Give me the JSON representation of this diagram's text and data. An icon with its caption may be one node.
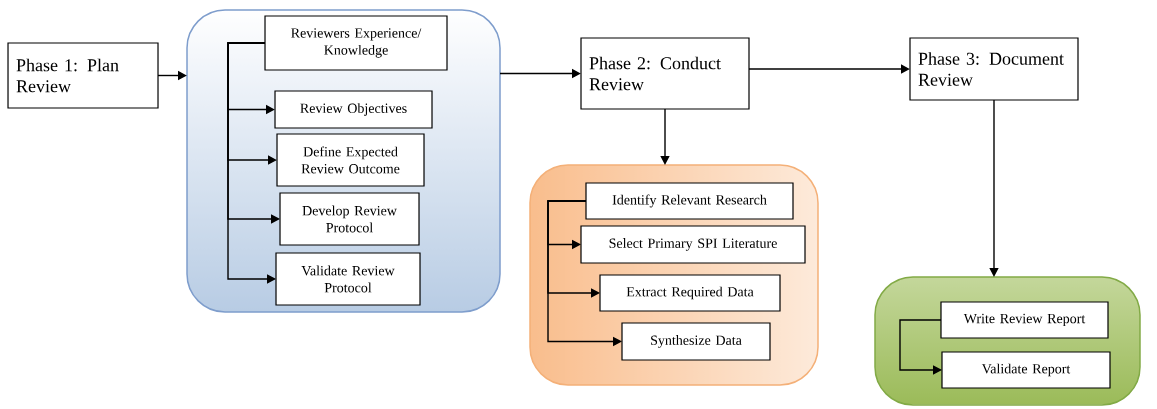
{
  "diagram": {
    "nodes": [
      {
        "text": [
          "Phase 1: Plan Review"
        ]
      },
      {
        "text": [],
        "shape": "box"
      },
      {
        "text": [
          "Reviewers Experience/ Knowledge"
        ],
        "in": 1
      },
      {
        "text": [
          "Review Objectives"
        ],
        "in": 1
      },
      {
        "text": [
          "Define Expected Review Outcome"
        ],
        "in": 1
      },
      {
        "text": [
          "Develop Review Protocol"
        ],
        "in": 1
      },
      {
        "text": [
          "Validate Review Protocol"
        ],
        "in": 1
      },
      {
        "text": [
          "Phase 2: Conduct Review"
        ]
      },
      {
        "text": [],
        "shape": "box"
      },
      {
        "text": [
          "Identify Relevant Research"
        ],
        "in": 8
      },
      {
        "text": [
          "Select Primary SPI Literature"
        ],
        "in": 8
      },
      {
        "text": [
          "Extract Required Data"
        ],
        "in": 8
      },
      {
        "text": [
          "Synthesize Data"
        ],
        "in": 8
      },
      {
        "text": [
          "Phase 3: Document Review"
        ]
      },
      {
        "text": [],
        "shape": "box"
      },
      {
        "text": [
          "Write Review Report"
        ],
        "in": 14
      },
      {
        "text": [
          "Validate Report"
        ],
        "in": 14
      }
    ],
    "edges": [
      {
        "from": 0,
        "to": 1,
        "arrow": "to"
      },
      {
        "from": 2,
        "to": 3,
        "arrow": "to"
      },
      {
        "from": 2,
        "to": 4,
        "arrow": "to"
      },
      {
        "from": 2,
        "to": 5,
        "arrow": "to"
      },
      {
        "from": 2,
        "to": 6,
        "arrow": "to"
      },
      {
        "from": 1,
        "to": 7,
        "arrow": "to"
      },
      {
        "from": 7,
        "to": 8,
        "arrow": "to"
      },
      {
        "from": 9,
        "to": 10,
        "arrow": "to"
      },
      {
        "from": 9,
        "to": 11,
        "arrow": "to"
      },
      {
        "from": 9,
        "to": 12,
        "arrow": "to"
      },
      {
        "from": 7,
        "to": 13,
        "arrow": "to"
      },
      {
        "from": 13,
        "to": 14,
        "arrow": "to"
      },
      {
        "from": 15,
        "to": 16,
        "arrow": "to"
      }
    ]
  }
}
